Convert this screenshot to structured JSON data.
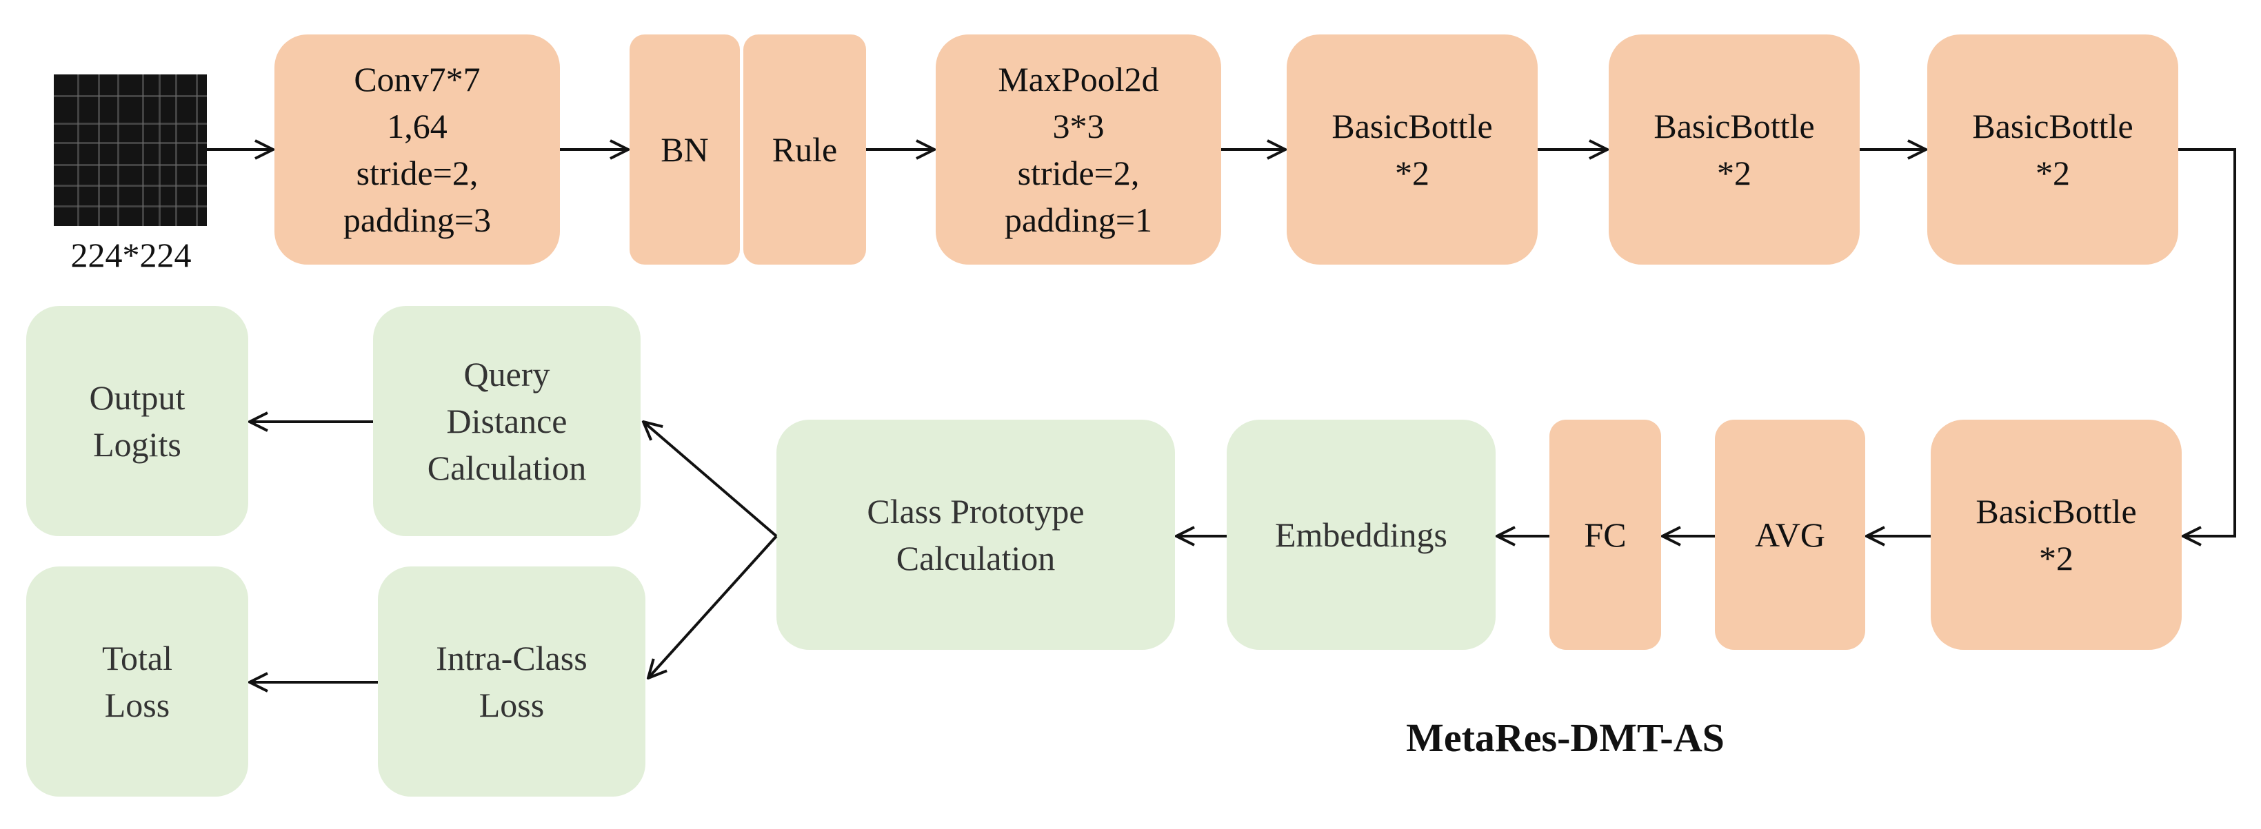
{
  "input_size_label": "224*224",
  "top_row": {
    "conv": "Conv7*7\n1,64\nstride=2,\npadding=3",
    "bn": "BN",
    "rule": "Rule",
    "maxpool": "MaxPool2d\n3*3\nstride=2,\npadding=1",
    "bottle1": "BasicBottle\n*2",
    "bottle2": "BasicBottle\n*2",
    "bottle3": "BasicBottle\n*2"
  },
  "bottom_row": {
    "bottle4": "BasicBottle\n*2",
    "avg": "AVG",
    "fc": "FC",
    "embeddings": "Embeddings",
    "class_prototype": "Class Prototype\nCalculation",
    "query_distance": "Query\nDistance\nCalculation",
    "intra_class_loss": "Intra-Class\nLoss",
    "output_logits": "Output\nLogits",
    "total_loss": "Total\nLoss"
  },
  "model_name": "MetaRes-DMT-AS",
  "colors": {
    "backbone_block": "#f7cbaa",
    "metric_block": "#e2efd9",
    "arrow": "#111111"
  }
}
